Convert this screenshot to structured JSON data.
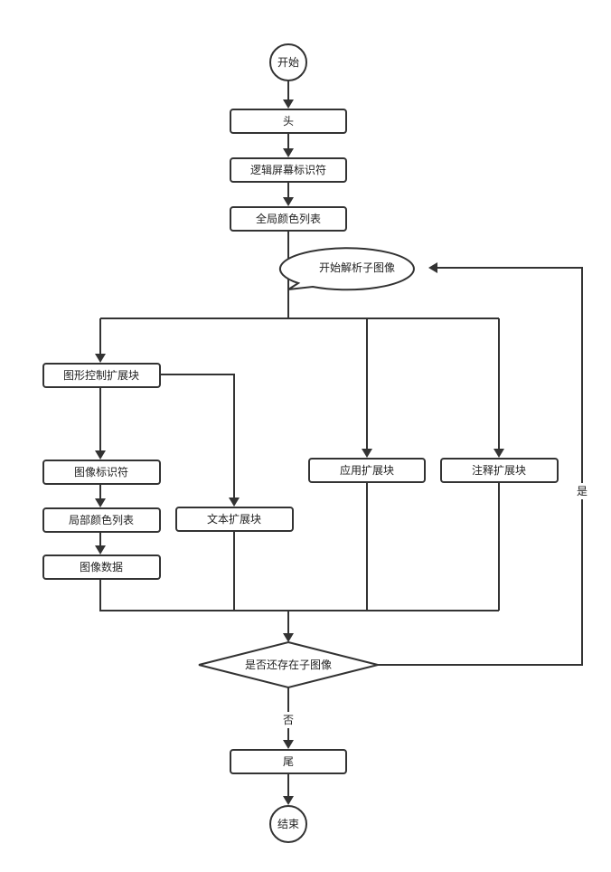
{
  "flowchart": {
    "start": "开始",
    "header": "头",
    "logical_screen_descriptor": "逻辑屏幕标识符",
    "global_color_table": "全局颜色列表",
    "start_parse_subimage": "开始解析子图像",
    "graphic_control_extension": "图形控制扩展块",
    "image_descriptor": "图像标识符",
    "local_color_table": "局部颜色列表",
    "image_data": "图像数据",
    "plain_text_extension": "文本扩展块",
    "application_extension": "应用扩展块",
    "comment_extension": "注释扩展块",
    "more_subimages_decision": "是否还存在子图像",
    "yes_label": "是",
    "no_label": "否",
    "trailer": "尾",
    "end": "结束"
  }
}
